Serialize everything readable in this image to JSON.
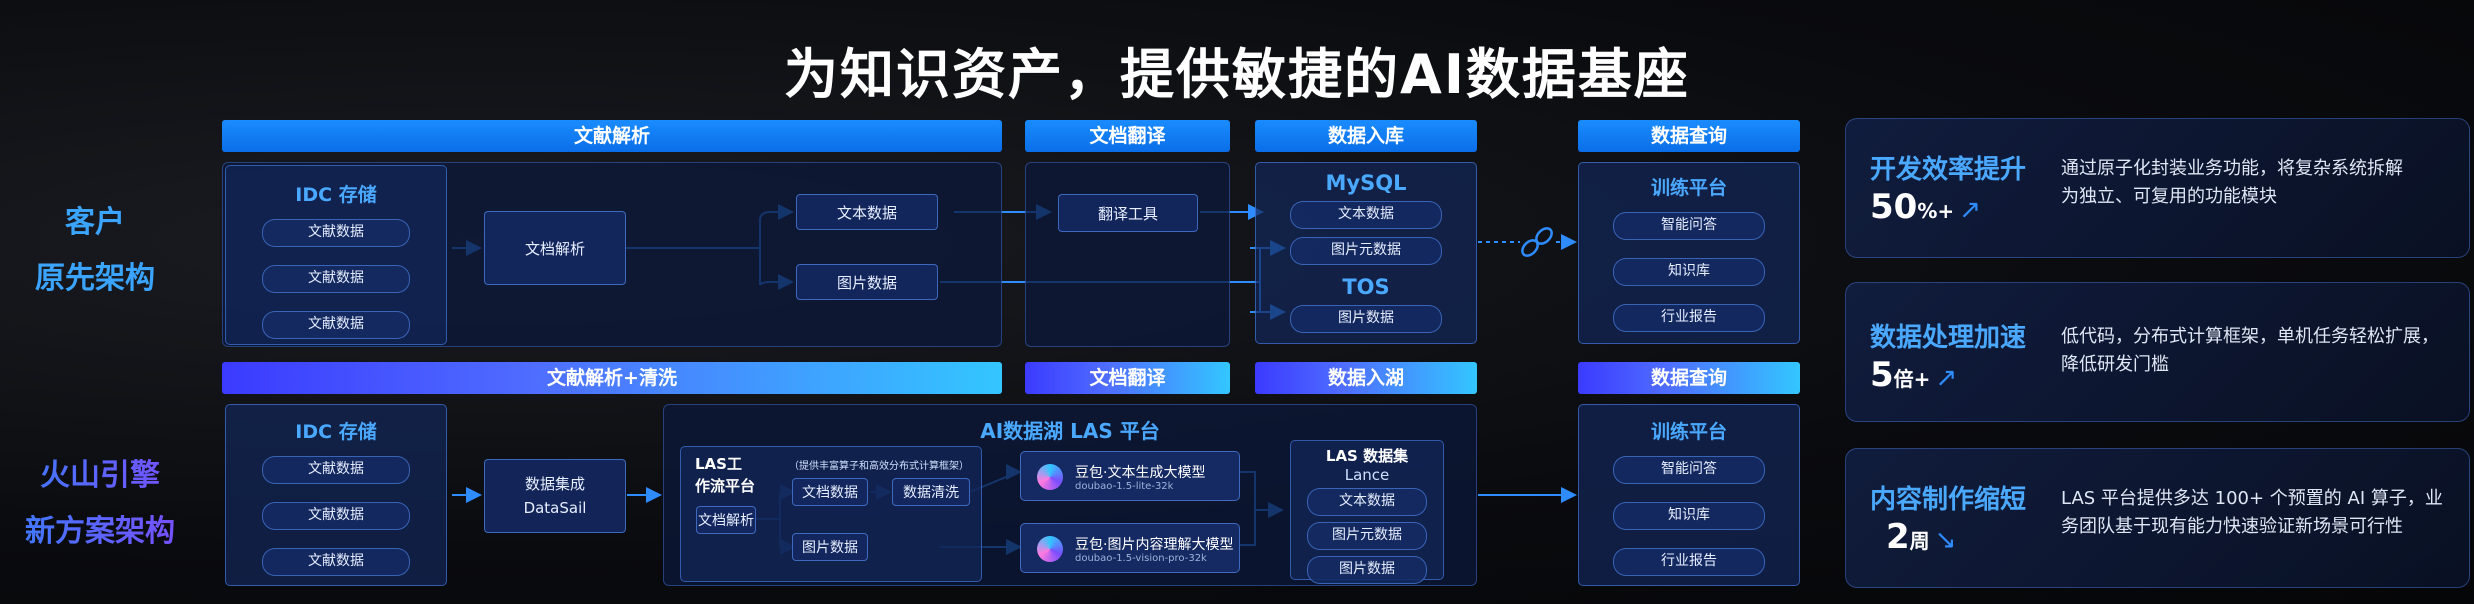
{
  "title": "为知识资产，提供敏捷的AI数据基座",
  "rows": {
    "top_label": [
      "客户",
      "原先架构"
    ],
    "bottom_label": [
      "火山引擎",
      "新方案架构"
    ]
  },
  "top": {
    "headers": {
      "parse": "文献解析",
      "translate": "文档翻译",
      "ingest": "数据入库",
      "query": "数据查询"
    },
    "idc": {
      "title": "IDC 存储",
      "items": [
        "文献数据",
        "文献数据",
        "文献数据"
      ]
    },
    "parse_box": "文档解析",
    "text_data": "文本数据",
    "image_data": "图片数据",
    "translate_tool": "翻译工具",
    "mysql": {
      "title": "MySQL",
      "items": [
        "文本数据",
        "图片元数据"
      ]
    },
    "tos": {
      "title": "TOS",
      "items": [
        "图片数据"
      ]
    },
    "train": {
      "title": "训练平台",
      "items": [
        "智能问答",
        "知识库",
        "行业报告"
      ]
    }
  },
  "bottom": {
    "headers": {
      "parse": "文献解析+清洗",
      "translate": "文档翻译",
      "ingest": "数据入湖",
      "query": "数据查询"
    },
    "idc": {
      "title": "IDC 存储",
      "items": [
        "文献数据",
        "文献数据",
        "文献数据"
      ]
    },
    "datasail": [
      "数据集成",
      "DataSail"
    ],
    "las_title": "AI数据湖 LAS 平台",
    "workflow": {
      "title": "LAS工作流平台",
      "note": "（提供丰富算子和高效分布式计算框架）",
      "doc_parse": "文档解析",
      "text_data": "文档数据",
      "clean": "数据清洗",
      "image_data": "图片数据"
    },
    "models": [
      {
        "name": "豆包·文本生成大模型",
        "id": "doubao-1.5-lite-32k"
      },
      {
        "name": "豆包·图片内容理解大模型",
        "id": "doubao-1.5-vision-pro-32k"
      }
    ],
    "dataset": {
      "title": "LAS 数据集",
      "sub": "Lance",
      "items": [
        "文本数据",
        "图片元数据",
        "图片数据"
      ]
    },
    "train": {
      "title": "训练平台",
      "items": [
        "智能问答",
        "知识库",
        "行业报告"
      ]
    }
  },
  "cards": [
    {
      "title": "开发效率提升",
      "value": "50",
      "unit": "%+",
      "desc": "通过原子化封装业务功能，将复杂系统拆解为独立、可复用的功能模块",
      "desc_lines": [
        "通过原子化封装业务功能，将复杂系统拆解",
        "为独立、可复用的功能模块"
      ]
    },
    {
      "title": "数据处理加速",
      "value": "5",
      "unit": "倍+",
      "desc_lines": [
        "低代码，分布式计算框架，单机任务轻松扩展，",
        "降低研发门槛"
      ]
    },
    {
      "title": "内容制作缩短",
      "value": "2",
      "unit": "周",
      "desc_lines": [
        "LAS 平台提供多达 100+ 个预置的 AI 算子，业",
        "务团队基于现有能力快速验证新场景可行性"
      ]
    }
  ],
  "colors": {
    "accent": "#1a8cff",
    "title_blue": "#4aa8ff",
    "gradient_start": "#3b3bff",
    "gradient_end": "#33c6ff"
  }
}
